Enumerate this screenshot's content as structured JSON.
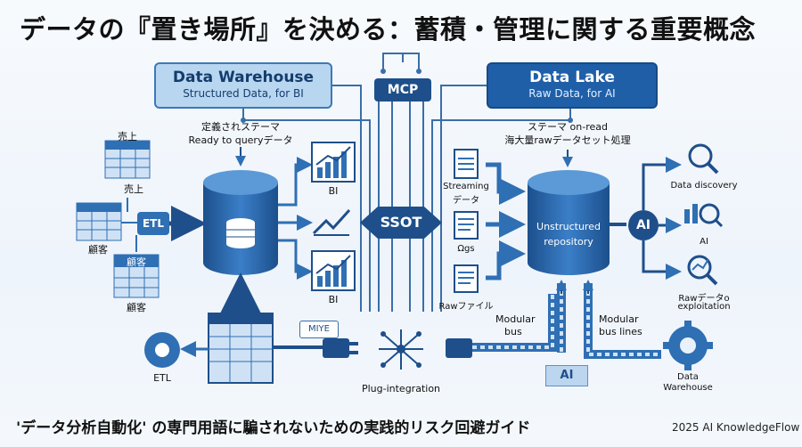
{
  "title": "データの『置き場所』を決める：蓄積・管理に関する重要概念",
  "footer": "'データ分析自動化' の専門用語に騙されないための実践的リスク回避ガイド",
  "credit": "2025 AI KnowledgeFlow",
  "warehouse": {
    "heading": "Data Warehouse",
    "sub": "Structured Data, for BI",
    "note_line1": "定義されステーマ",
    "note_line2": "Ready to queryデータ",
    "sources": [
      "売上",
      "売上",
      "顧客",
      "顧客",
      "顧客"
    ],
    "etl_tag": "ETL",
    "etl_bottom": "ETL",
    "bi_labels": [
      "BI",
      "BI"
    ],
    "miye": "MIYE"
  },
  "mcp": "MCP",
  "ssot": "SSOT",
  "lake": {
    "heading": "Data Lake",
    "sub": "Raw Data, for AI",
    "note_line1": "ステーマ on-read",
    "note_line2": "海大量rawデータセット処理",
    "sources": [
      "Streaming",
      "データ",
      "Ωgs",
      "Rawファイル"
    ],
    "repo_line1": "Unstructured",
    "repo_line2": "repository",
    "ai_circle": "AI",
    "outputs": [
      "Data discovery",
      "AI",
      "Rawデータo",
      "exploitation"
    ],
    "modular_bus": [
      "Modular",
      "bus"
    ],
    "modular_bus_lines": [
      "Modular",
      "bus lines"
    ],
    "ai_tag": "AI",
    "dw_out": [
      "Data",
      "Warehouse"
    ]
  },
  "plug_label": "Plug-integration",
  "colors": {
    "dark_blue": "#1e4f8a",
    "mid_blue": "#2f6fb3",
    "light_blue": "#b9d6f0"
  }
}
